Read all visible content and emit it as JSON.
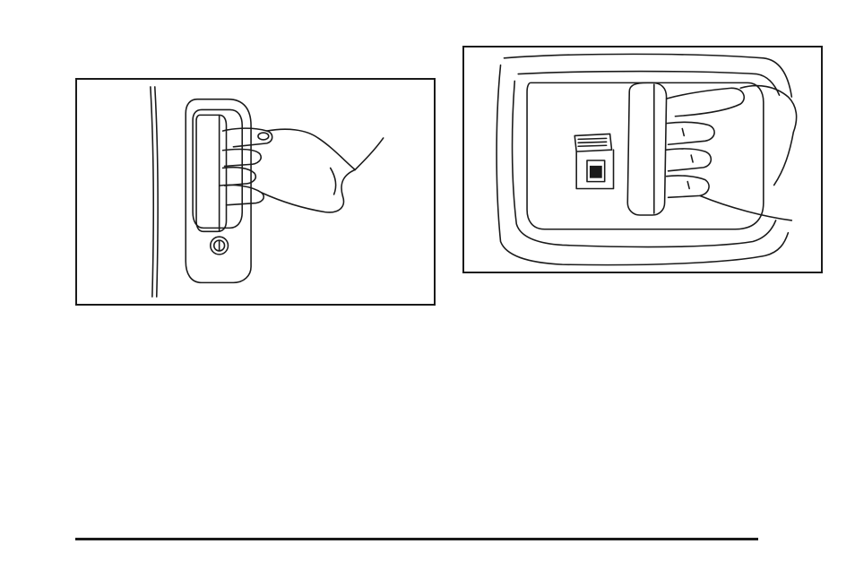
{
  "page": {
    "background_color": "#ffffff",
    "line_color": "#1a1a1a"
  },
  "figures": [
    {
      "id": "exterior-door-handle",
      "icon": "exterior-door-handle-illustration"
    },
    {
      "id": "interior-door-handle",
      "icon": "interior-door-handle-illustration"
    }
  ]
}
